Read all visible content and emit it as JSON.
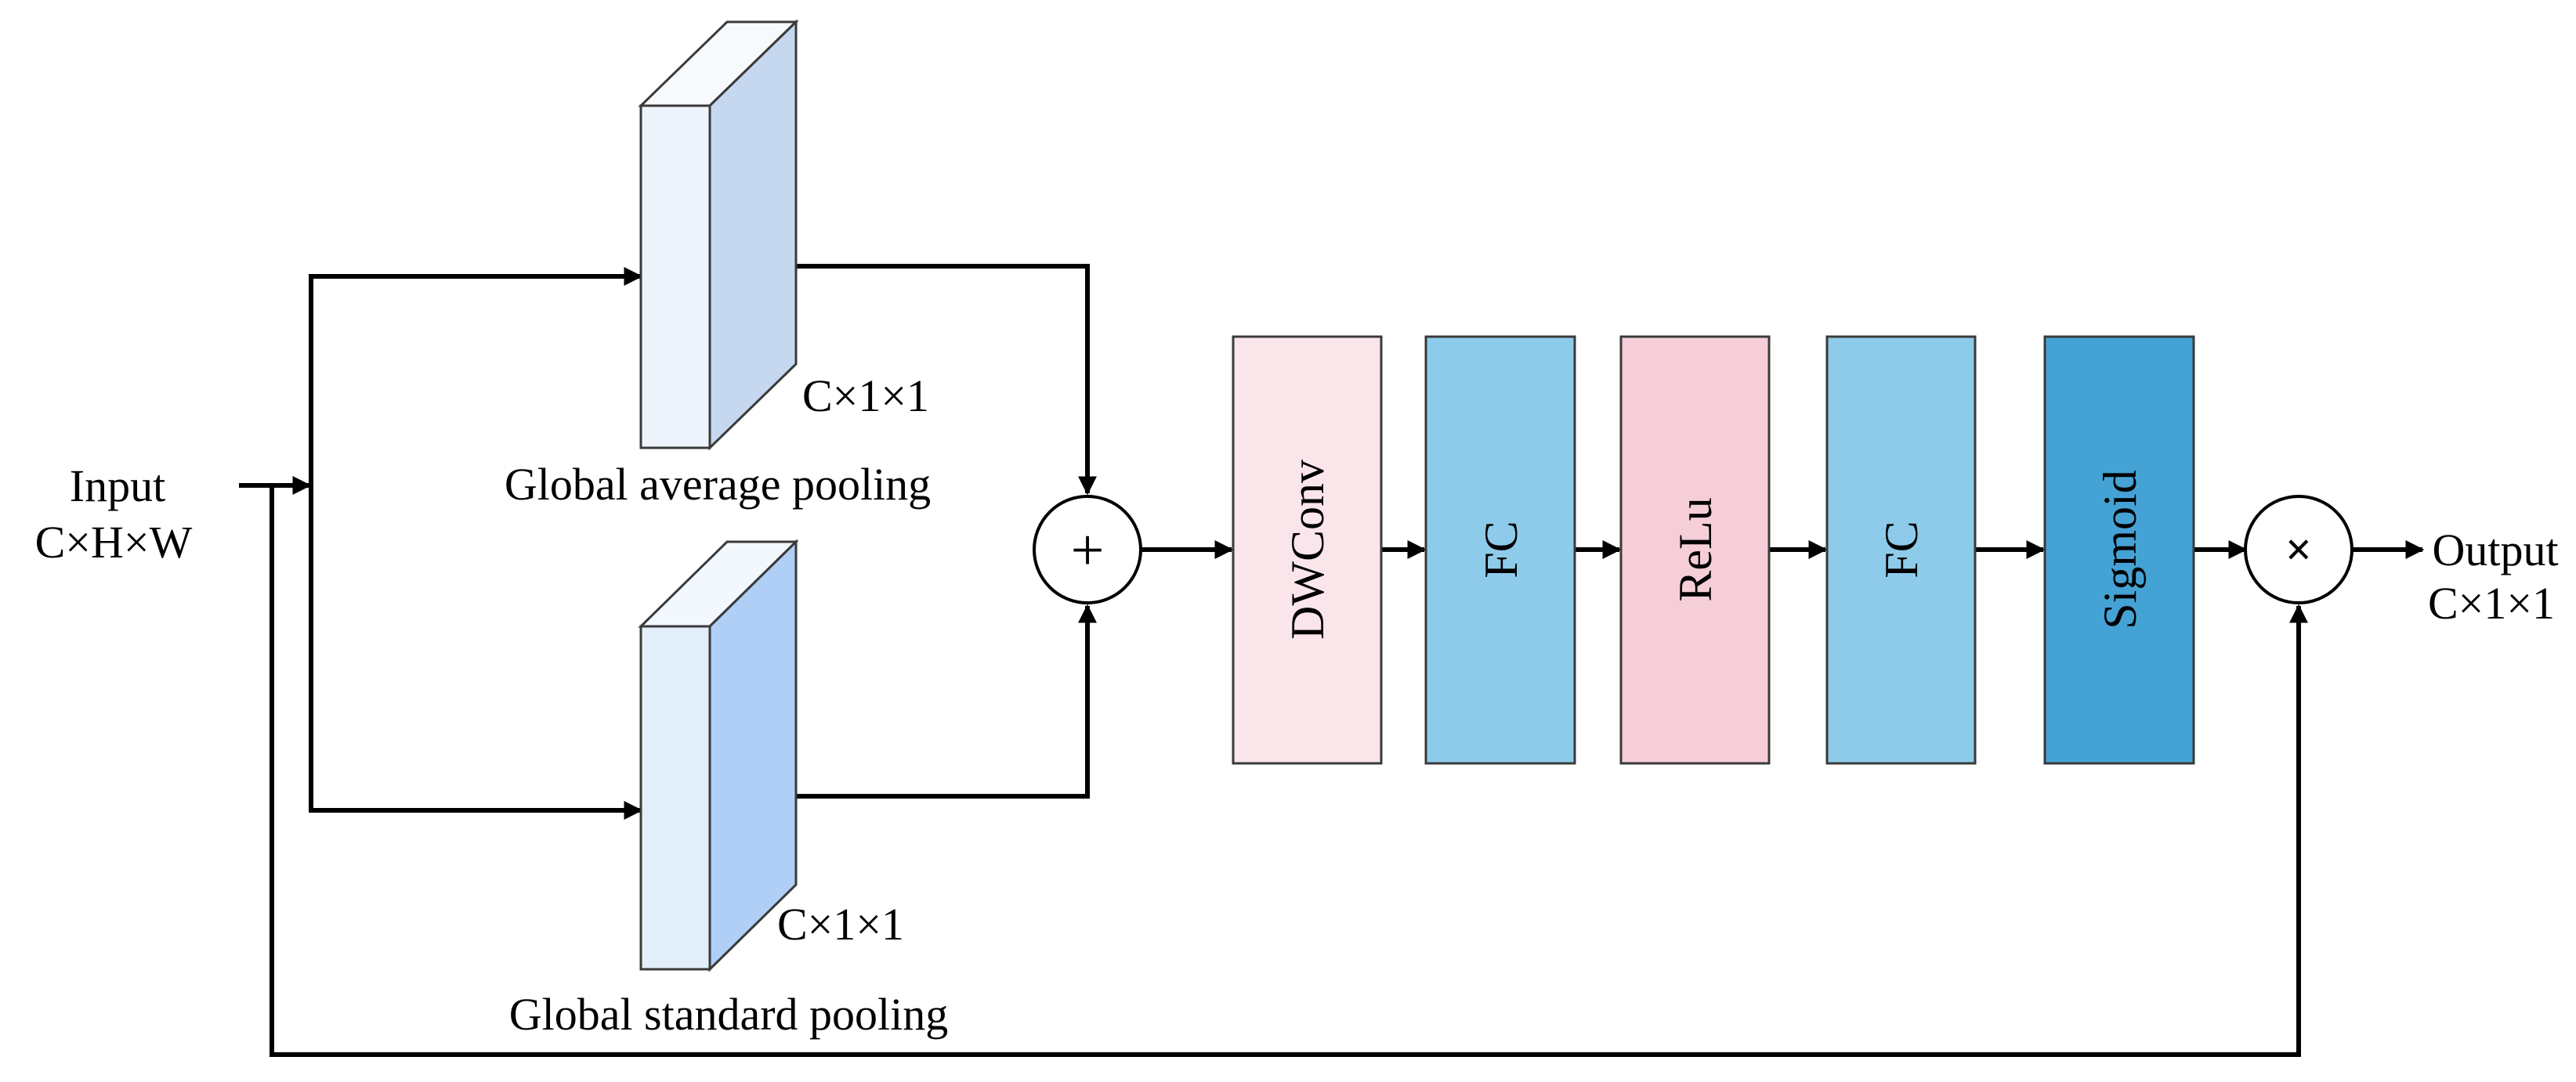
{
  "input": {
    "line1": "Input",
    "line2": "C×H×W"
  },
  "output": {
    "line1": "Output",
    "line2": "C×1×1"
  },
  "gap_block": {
    "shape_label": "C×1×1",
    "name": "Global average pooling"
  },
  "gsp_block": {
    "shape_label": "C×1×1",
    "name": "Global standard pooling"
  },
  "add_op": {
    "symbol": "+"
  },
  "mul_op": {
    "symbol": "×"
  },
  "blocks": [
    {
      "label": "DWConv",
      "color": "#fae5ea"
    },
    {
      "label": "FC",
      "color": "#8ecbea"
    },
    {
      "label": "ReLu",
      "color": "#f5ced8"
    },
    {
      "label": "FC",
      "color": "#8ecbea"
    },
    {
      "label": "Sigmoid",
      "color": "#45a2d4"
    }
  ],
  "pool_colors": {
    "gap_front": "#eef4fb",
    "gap_side": "#c5d8ef",
    "gap_top": "#f7fafd",
    "gsp_front": "#e2eefa",
    "gsp_side": "#b0cff6",
    "gsp_top": "#f3f8fe"
  }
}
